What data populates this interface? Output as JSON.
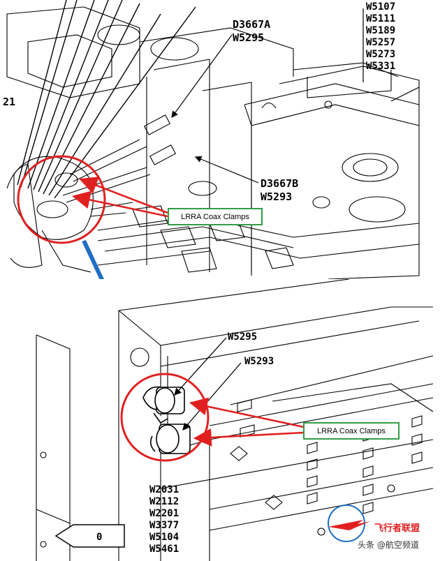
{
  "top_view": {
    "connector_a": {
      "plug": "D3667A",
      "wire": "W5295"
    },
    "connector_b": {
      "plug": "D3667B",
      "wire": "W5293"
    },
    "wire_list_right": [
      "W5107",
      "W5111",
      "W5189",
      "W5257",
      "W5273",
      "W5331"
    ],
    "left_fragment": "21",
    "callout_label": "LRRA Coax Clamps"
  },
  "detail_view": {
    "clamp_upper_wire": "W5295",
    "clamp_lower_wire": "W5293",
    "callout_label": "LRRA Coax Clamps",
    "wire_list_bottom": [
      "W2031",
      "W2112",
      "W2201",
      "W3377",
      "W5104",
      "W5461"
    ],
    "tag_value": "0"
  },
  "watermark": {
    "brand": "飞行者联盟",
    "source": "头条 @航空频道"
  },
  "colors": {
    "highlight_circle": "#e02020",
    "pointer_arrow": "#e02020",
    "zoom_arrow": "#1f6fc4",
    "callout_border": "#2f9e44"
  }
}
